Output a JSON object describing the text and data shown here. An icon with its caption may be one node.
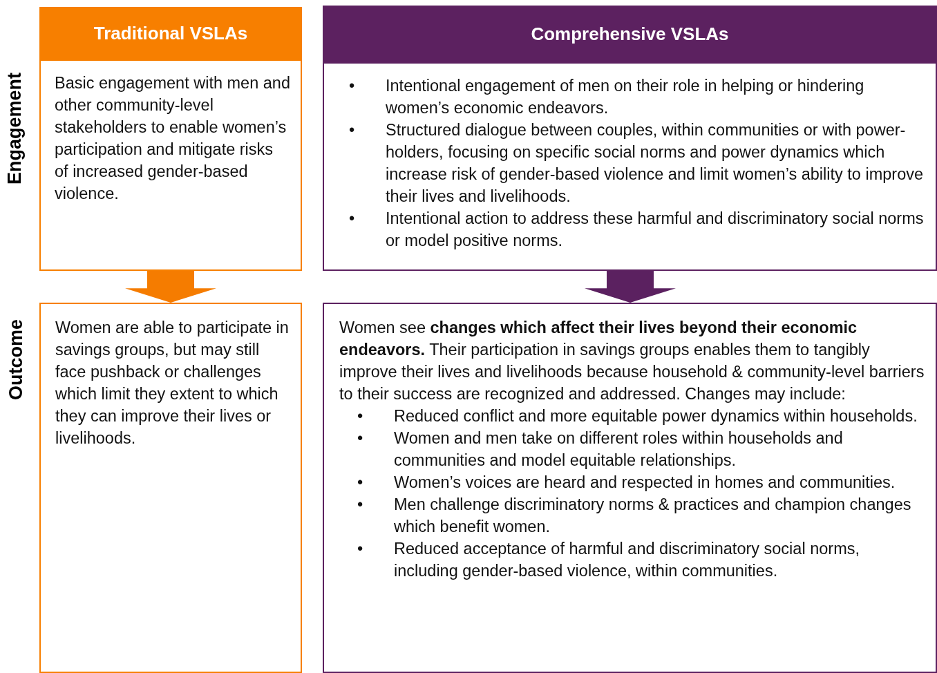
{
  "diagram": {
    "nodes": [
      {
        "text": [
          "Traditional VSLAs"
        ]
      },
      {
        "text": [
          "Comprehensive VSLAs"
        ]
      },
      {
        "text": [
          "Basic engagement with men and other community-level stakeholders to enable women’s participation and mitigate risks of increased gender-based violence."
        ]
      },
      {
        "text": [
          "•",
          "Intentional engagement of men on their role in helping or hindering women’s economic endeavors.",
          "•",
          "Structured dialogue between couples, within communities or with power-holders, focusing on specific social norms and power dynamics which increase risk of gender-based violence and limit women’s ability to improve their lives and livelihoods.",
          "•",
          "Intentional action to address these harmful and discriminatory social norms or model positive norms."
        ]
      },
      {
        "text": [
          "Women are able to participate in savings groups, but may still face pushback or challenges which limit they extent to which they can improve their lives or livelihoods."
        ]
      },
      {
        "text": [
          "Women see **changes which affect their lives beyond their economic endeavors.** Their participation in savings groups enables them to tangibly improve their lives and livelihoods because household & community-level barriers to their success are recognized and addressed.  Changes may include:",
          "•",
          "Reduced conflict and more equitable power dynamics within households.",
          "•",
          "Women and men take on different roles within households and communities and model equitable relationships.",
          "•",
          "Women’s voices are heard and respected in homes and communities.",
          "•",
          "Men challenge discriminatory norms & practices and champion changes which benefit women.",
          "•",
          "Reduced acceptance of harmful and discriminatory social norms, including gender-based violence, within communities."
        ]
      }
    ],
    "edges": [
      {
        "from": 2,
        "to": 4,
        "arrow": "to",
        "color": "#f57c00"
      },
      {
        "from": 3,
        "to": 5,
        "arrow": "to",
        "color": "#5b2160"
      }
    ],
    "labels": [
      "Engagement",
      "Outcome"
    ]
  }
}
